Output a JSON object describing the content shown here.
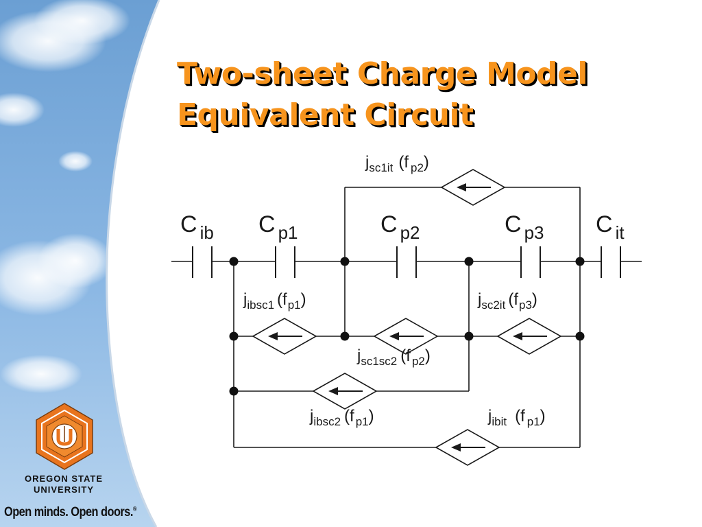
{
  "slide": {
    "title_line1": "Two-sheet Charge Model",
    "title_line2": "Equivalent Circuit"
  },
  "capacitors": [
    {
      "id": "cib",
      "main": "C",
      "sub": "ib"
    },
    {
      "id": "cp1",
      "main": "C",
      "sub": "p1"
    },
    {
      "id": "cp2",
      "main": "C",
      "sub": "p2"
    },
    {
      "id": "cp3",
      "main": "C",
      "sub": "p3"
    },
    {
      "id": "cit",
      "main": "C",
      "sub": "it"
    }
  ],
  "sources": [
    {
      "id": "jsc1it",
      "main": "j",
      "sub": "sc1it",
      "arg_main": "f",
      "arg_sub": "p2"
    },
    {
      "id": "jibsc1",
      "main": "j",
      "sub": "ibsc1",
      "arg_main": "f",
      "arg_sub": "p1"
    },
    {
      "id": "jsc2it",
      "main": "j",
      "sub": "sc2it",
      "arg_main": "f",
      "arg_sub": "p3"
    },
    {
      "id": "jsc1sc2",
      "main": "j",
      "sub": "sc1sc2",
      "arg_main": "f",
      "arg_sub": "p2"
    },
    {
      "id": "jibsc2",
      "main": "j",
      "sub": "ibsc2",
      "arg_main": "f",
      "arg_sub": "p1"
    },
    {
      "id": "jibit",
      "main": "j",
      "sub": "ibit",
      "arg_main": "f",
      "arg_sub": "p1"
    }
  ],
  "logo": {
    "name_line1": "OREGON STATE",
    "name_line2": "UNIVERSITY",
    "tagline": "Open minds. Open doors.",
    "trademark": "®"
  },
  "colors": {
    "title": "#f7941d",
    "title_shadow": "#000000",
    "sky_top": "#6fa3d6",
    "sky_bottom": "#a9cdee",
    "logo_orange": "#e8741e",
    "ink": "#1a1a1a"
  }
}
